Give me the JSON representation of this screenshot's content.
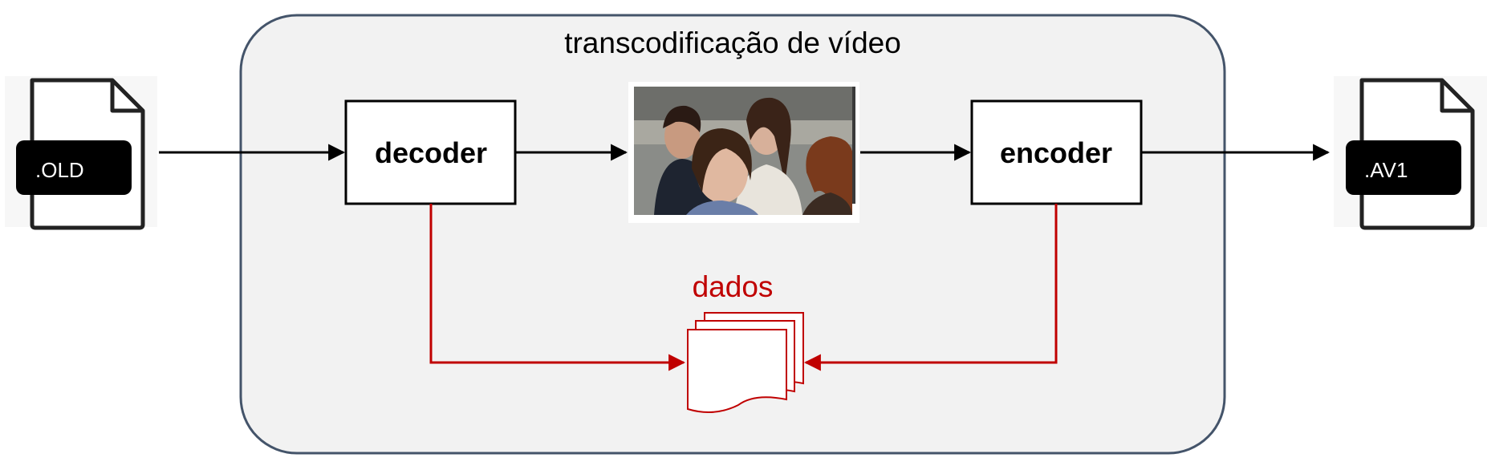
{
  "container": {
    "title": "transcodificação de vídeo"
  },
  "input_file": {
    "label": ".OLD"
  },
  "output_file": {
    "label": ".AV1"
  },
  "decoder": {
    "label": "decoder"
  },
  "encoder": {
    "label": "encoder"
  },
  "data_store": {
    "label": "dados"
  },
  "colors": {
    "container_fill": "#f2f2f2",
    "container_stroke": "#44546a",
    "arrow": "#000000",
    "data_flow": "#c00000",
    "file_badge": "#000000"
  }
}
